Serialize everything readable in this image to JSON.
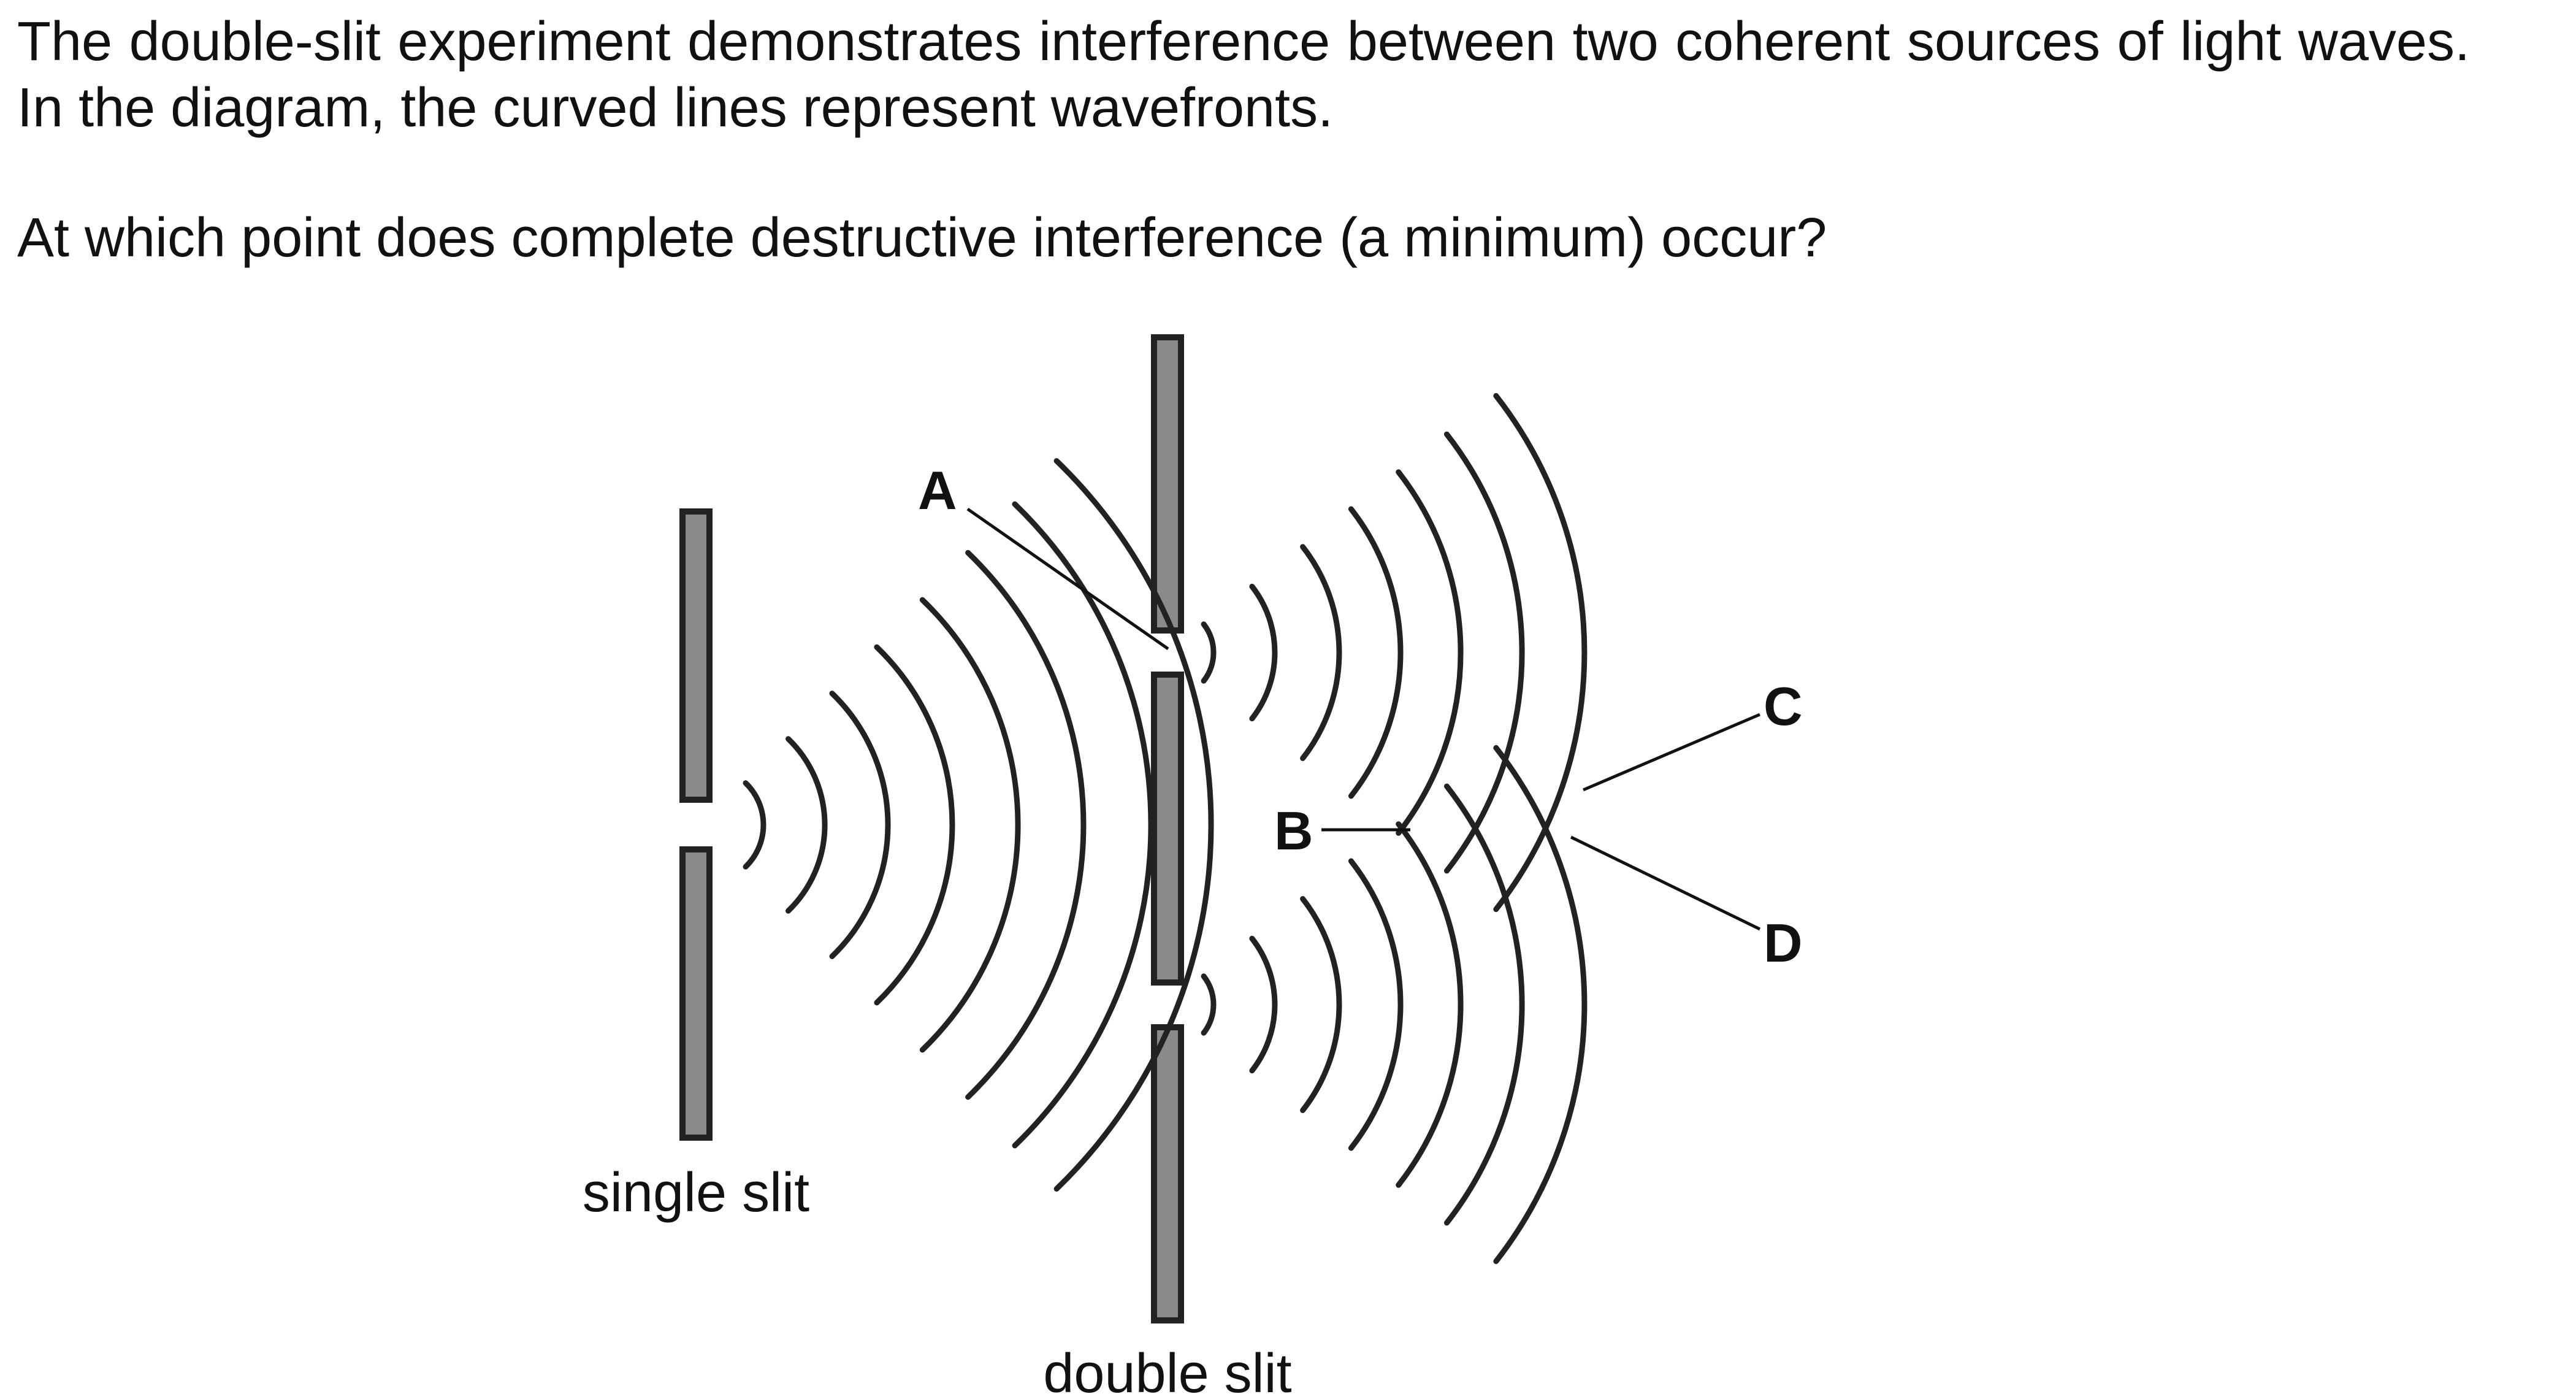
{
  "question": {
    "intro": "The double-slit experiment demonstrates interference between two coherent sources of light waves. In the diagram, the curved lines represent wavefronts.",
    "prompt": "At which point does complete destructive interference (a minimum) occur?"
  },
  "diagram": {
    "points": [
      {
        "id": "A",
        "label": "A"
      },
      {
        "id": "B",
        "label": "B"
      },
      {
        "id": "C",
        "label": "C"
      },
      {
        "id": "D",
        "label": "D"
      }
    ],
    "single_slit_label": "single slit",
    "double_slit_label": "double slit",
    "colors": {
      "barrier_fill": "#8a8a8a",
      "stroke": "#222222"
    }
  }
}
